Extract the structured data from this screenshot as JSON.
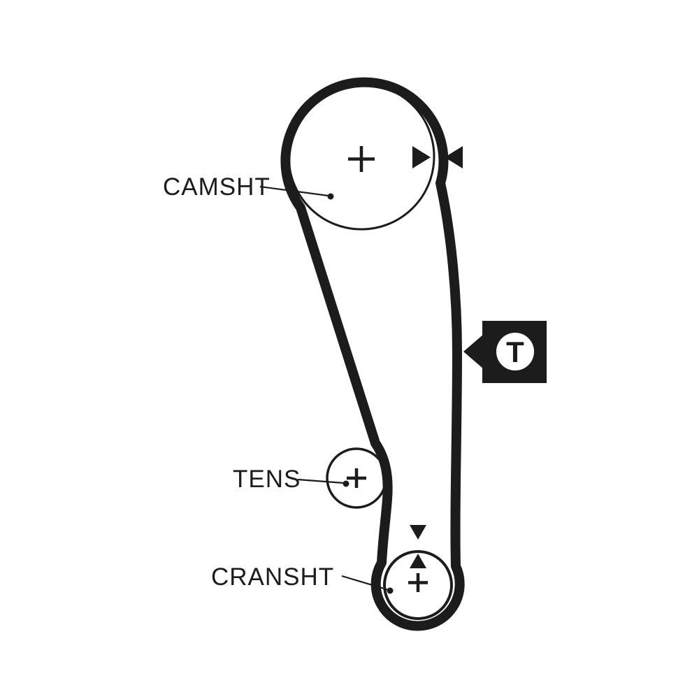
{
  "diagram": {
    "type": "timing-belt-routing",
    "background_color": "#ffffff",
    "line_color": "#1c1c1c",
    "labels": {
      "camshaft": "CAMSHT",
      "tensioner": "TENS",
      "crankshaft": "CRANSHT"
    },
    "badge": {
      "letter": "T",
      "background_color": "#1c1c1c",
      "circle_color": "#ffffff",
      "letter_color": "#1c1c1c"
    },
    "marks": {
      "camshaft_timing": "two opposing solid triangles flanking belt",
      "crankshaft_timing": "down and up solid triangles at pulley top",
      "tensioner_direction": "solid left arrow attached to badge"
    }
  }
}
